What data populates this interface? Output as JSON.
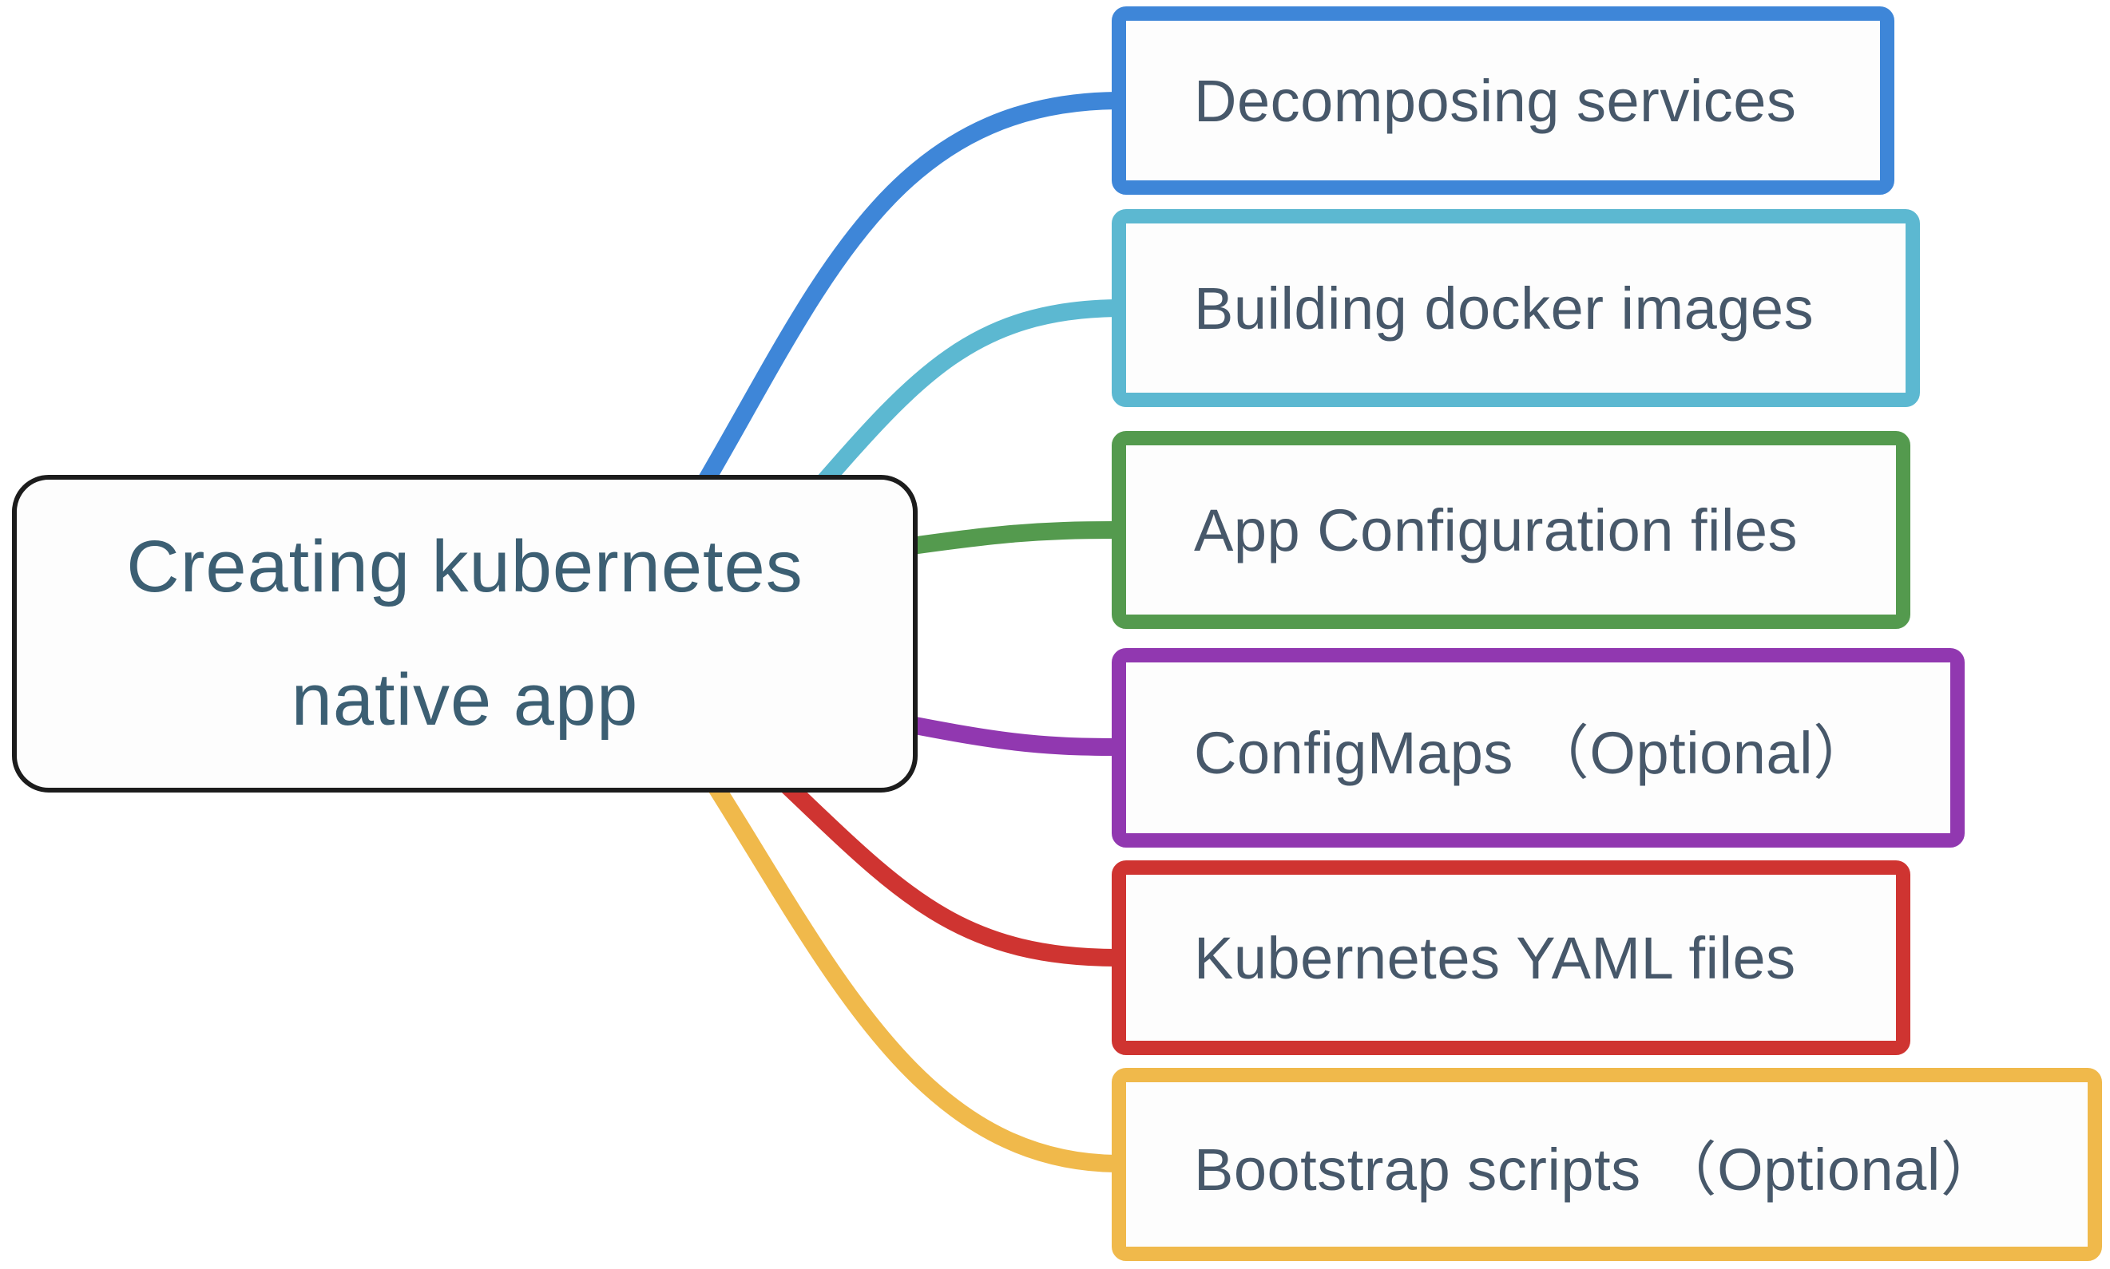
{
  "diagram": {
    "type": "mindmap",
    "background_color": "#ffffff",
    "root": {
      "label": "Creating kubernetes native app",
      "line1": "Creating kubernetes",
      "line2": "native app",
      "border_color": "#1c1c1c",
      "fill_color": "#fdfdfd",
      "text_color": "#3c5f73"
    },
    "branch_text_color": "#47586a",
    "branches": [
      {
        "label": "Decomposing services",
        "color": "#3e86d8"
      },
      {
        "label": "Building docker images",
        "color": "#5cb8d1"
      },
      {
        "label": "App Configuration files",
        "color": "#549a4e"
      },
      {
        "label": "ConfigMaps （Optional）",
        "color": "#9138b0"
      },
      {
        "label": "Kubernetes YAML files",
        "color": "#cf3431"
      },
      {
        "label": "Bootstrap scripts （Optional）",
        "color": "#f0b94b"
      }
    ]
  }
}
